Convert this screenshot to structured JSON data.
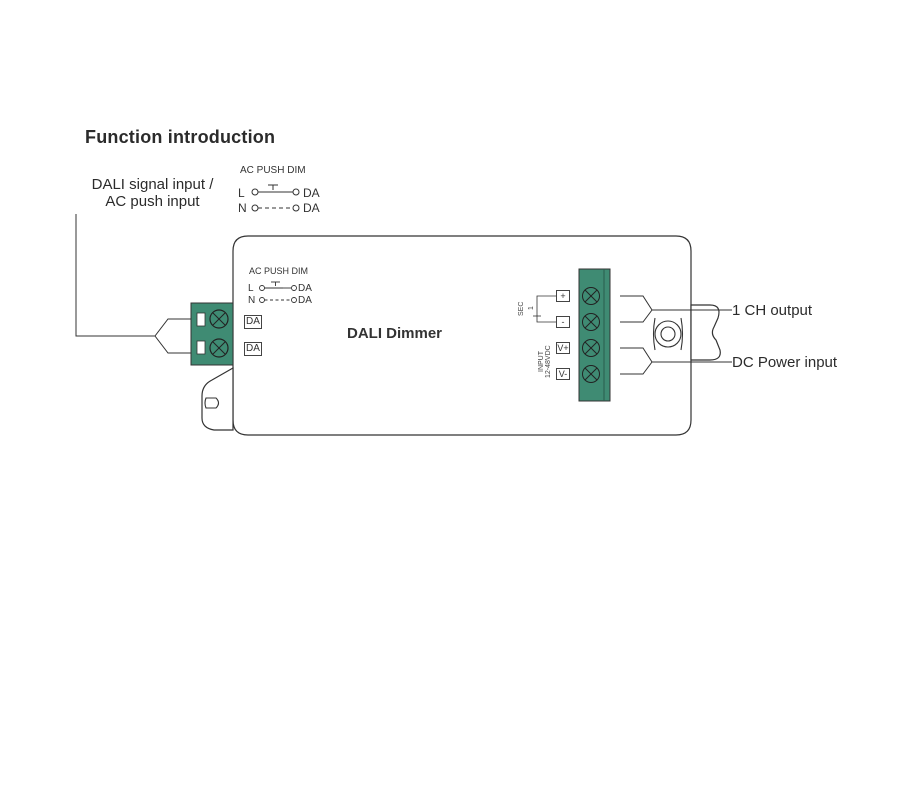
{
  "title": "Function introduction",
  "input_label_line1": "DALI signal input /",
  "input_label_line2": "AC push input",
  "outer_push_dim": {
    "heading": "AC PUSH DIM",
    "l": "L",
    "n": "N",
    "da1": "DA",
    "da2": "DA"
  },
  "device": {
    "name": "DALI Dimmer",
    "push_dim": {
      "heading": "AC PUSH DIM",
      "l": "L",
      "n": "N",
      "da1": "DA",
      "da2": "DA"
    },
    "terminal_labels": [
      "DA",
      "DA"
    ],
    "output_terminals": [
      "+",
      "-",
      "V+",
      "V-"
    ],
    "sec_text": "SEC",
    "sec_num": "1",
    "input_text": "INPUT",
    "input_range": "12-48VDC"
  },
  "output_label": "1 CH output",
  "power_label": "DC Power input",
  "colors": {
    "terminal_green": "#3f8b73",
    "outline": "#333333"
  }
}
